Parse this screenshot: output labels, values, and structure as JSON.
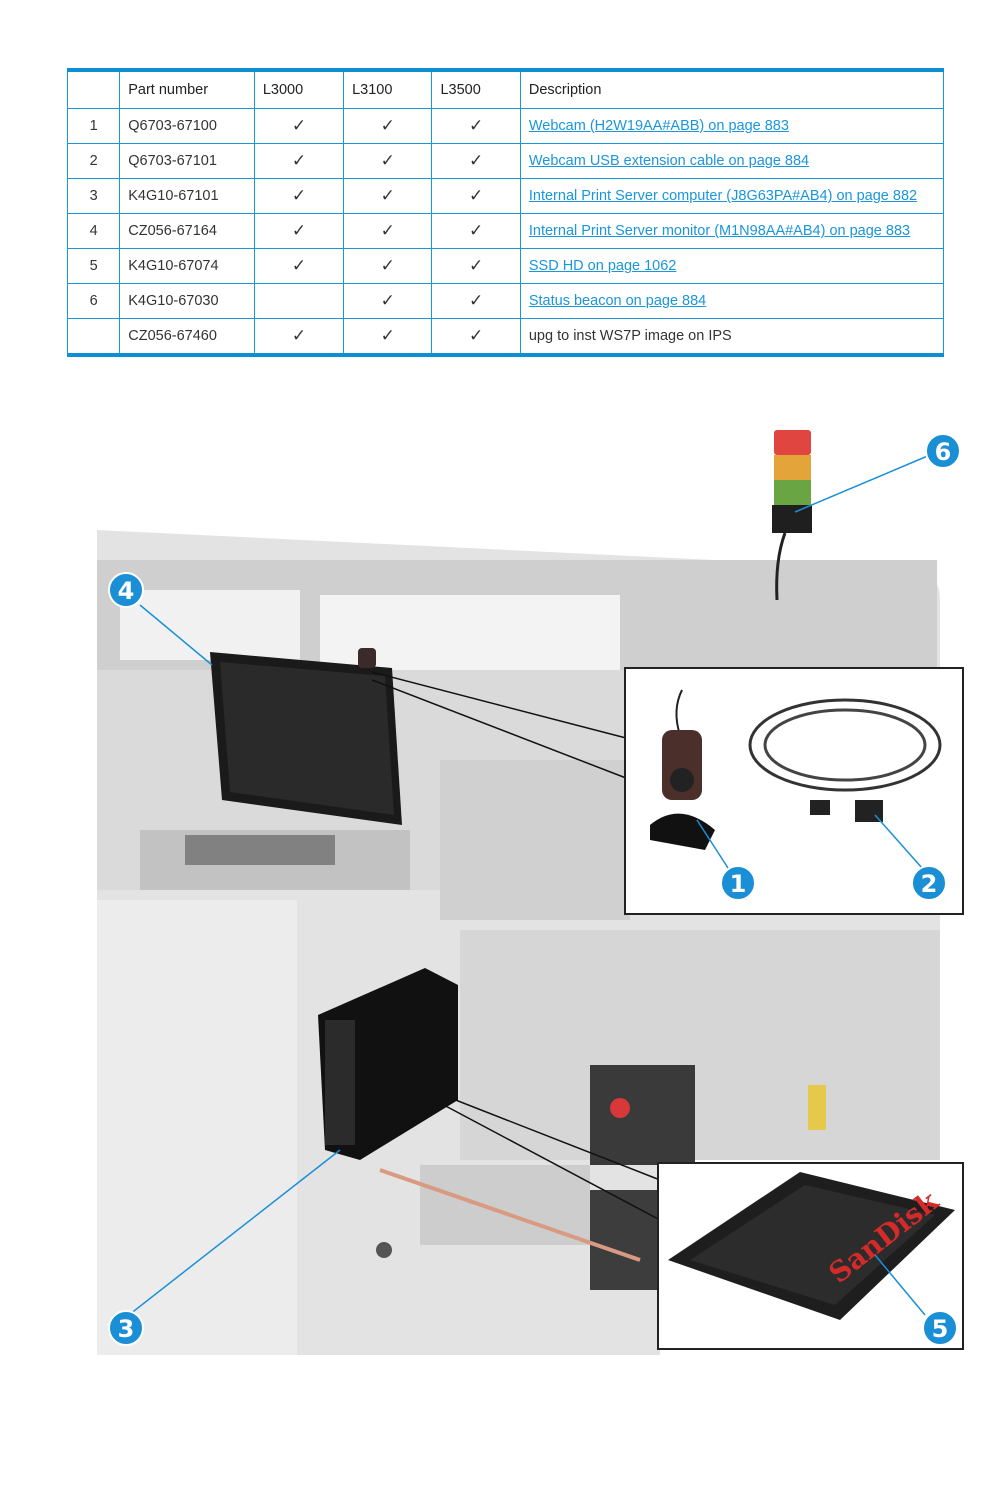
{
  "table": {
    "headers": [
      "",
      "Part number",
      "L3000",
      "L3100",
      "L3500",
      "Description"
    ],
    "check_mark": "✓",
    "rows": [
      {
        "index": "1",
        "part": "Q6703-67100",
        "l3000": true,
        "l3100": true,
        "l3500": true,
        "description": "Webcam (H2W19AA#ABB) on page 883",
        "link": true
      },
      {
        "index": "2",
        "part": "Q6703-67101",
        "l3000": true,
        "l3100": true,
        "l3500": true,
        "description": "Webcam USB extension cable on page 884",
        "link": true
      },
      {
        "index": "3",
        "part": "K4G10-67101",
        "l3000": true,
        "l3100": true,
        "l3500": true,
        "description": "Internal Print Server computer (J8G63PA#AB4) on page 882",
        "link": true
      },
      {
        "index": "4",
        "part": "CZ056-67164",
        "l3000": true,
        "l3100": true,
        "l3500": true,
        "description": "Internal Print Server monitor (M1N98AA#AB4) on page 883",
        "link": true
      },
      {
        "index": "5",
        "part": "K4G10-67074",
        "l3000": true,
        "l3100": true,
        "l3500": true,
        "description": "SSD HD on page 1062",
        "link": true
      },
      {
        "index": "6",
        "part": "K4G10-67030",
        "l3000": false,
        "l3100": true,
        "l3500": true,
        "description": "Status beacon on page 884",
        "link": true
      },
      {
        "index": "",
        "part": "CZ056-67460",
        "l3000": true,
        "l3100": true,
        "l3500": true,
        "description": "upg to inst WS7P image on IPS",
        "link": false
      }
    ]
  },
  "figure": {
    "callouts": [
      "1",
      "2",
      "3",
      "4",
      "5",
      "6"
    ],
    "ssd_brand": "SanDisk",
    "accent_color": "#1a8fd6"
  }
}
